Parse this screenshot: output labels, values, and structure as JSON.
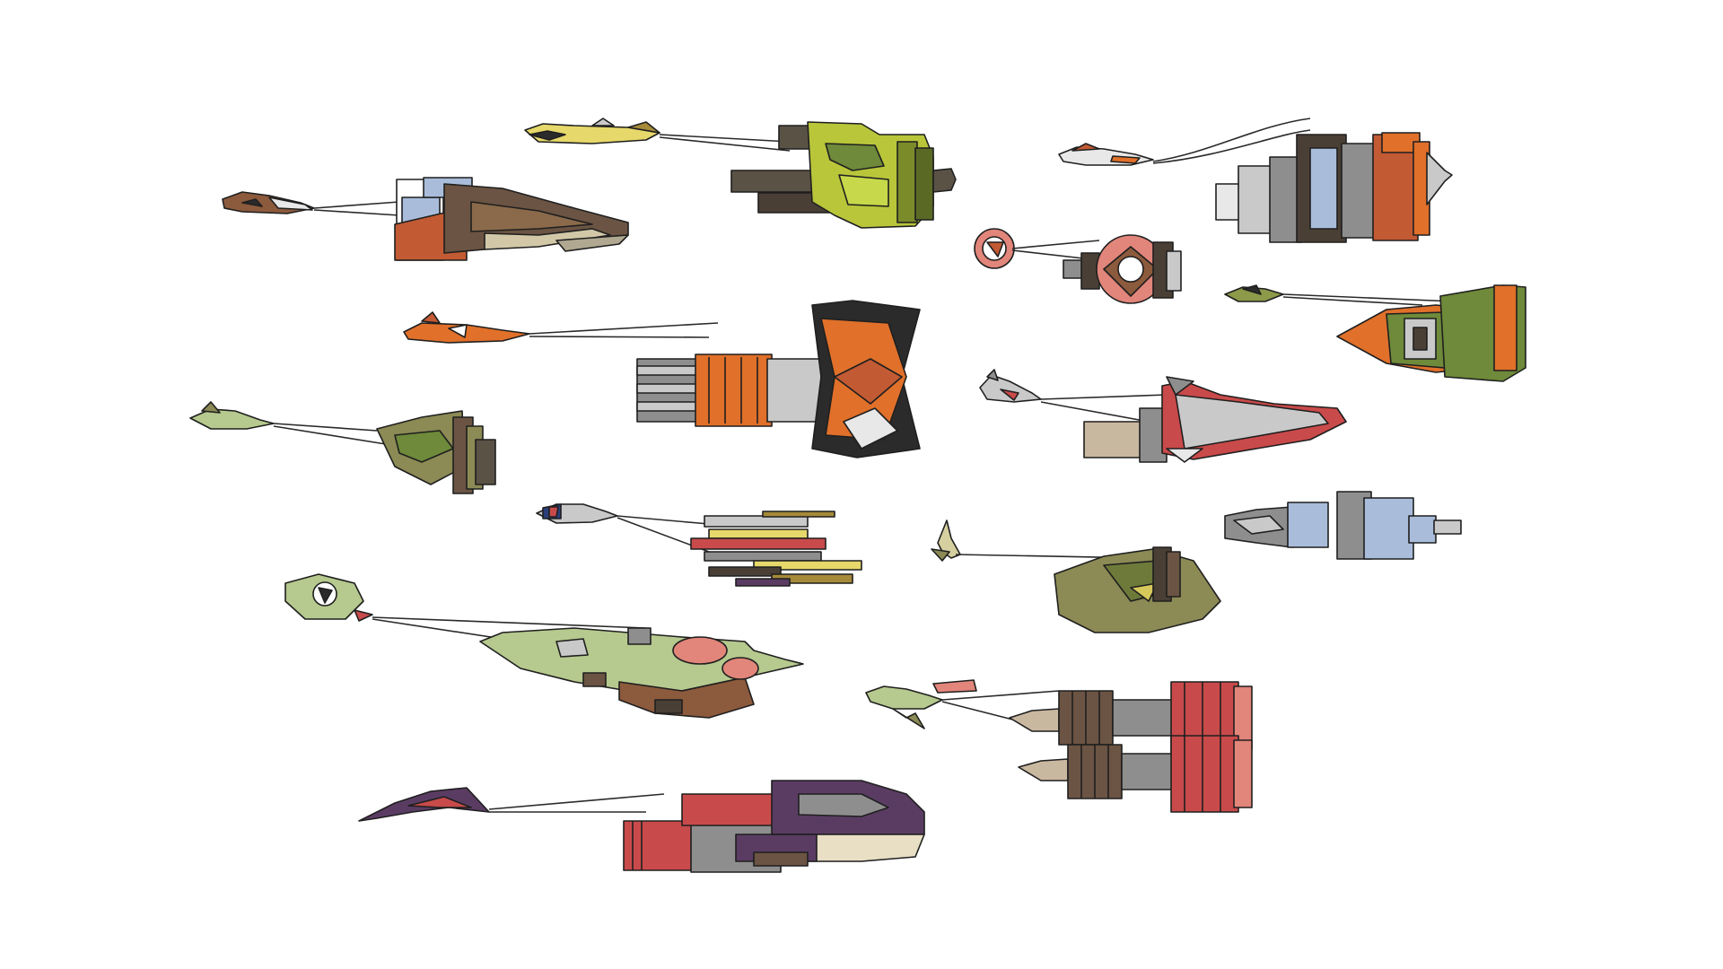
{
  "illustration": {
    "subject": "podracers",
    "background": "#ffffff",
    "outline_color": "#1f1f1f",
    "palette": {
      "olive": "#6e8a3a",
      "yellow_green": "#b9c63a",
      "khaki": "#8c8a55",
      "sage": "#b6c98e",
      "orange": "#e0702a",
      "rust": "#c25a33",
      "salmon": "#e2857a",
      "brown": "#6b5443",
      "dark_brown": "#4a3f35",
      "grey": "#8e8e8e",
      "light_grey": "#c9c9c9",
      "steel_blue": "#a9bddb",
      "purple": "#5a3c63",
      "red": "#c94a4a",
      "cream": "#e8dfc5",
      "black": "#2b2b2b"
    },
    "podracers": [
      {
        "id": "yellow-green-pod"
      },
      {
        "id": "red-blue-block-pod"
      },
      {
        "id": "white-orange-pod"
      },
      {
        "id": "round-pink-pod"
      },
      {
        "id": "orange-fan-pod"
      },
      {
        "id": "green-cone-pod"
      },
      {
        "id": "olive-stack-pod"
      },
      {
        "id": "red-grey-fin-pod"
      },
      {
        "id": "multi-blade-pod"
      },
      {
        "id": "blue-needle-pod"
      },
      {
        "id": "green-capsule-pod"
      },
      {
        "id": "leaf-green-wide-pod"
      },
      {
        "id": "ribbed-salmon-pod"
      },
      {
        "id": "purple-red-pod"
      }
    ]
  }
}
